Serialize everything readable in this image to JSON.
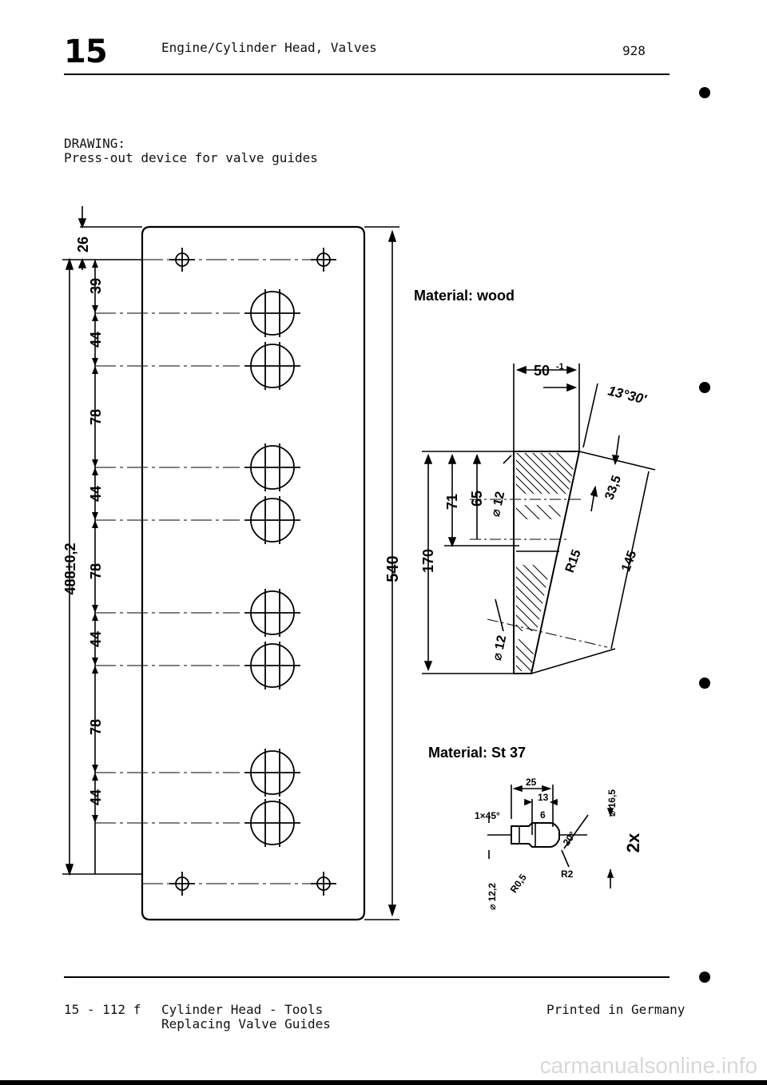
{
  "header": {
    "chapter": "15",
    "title": "Engine/Cylinder Head, Valves",
    "page_number": "928"
  },
  "drawing": {
    "label": "DRAWING:",
    "description": "Press-out device for valve guides"
  },
  "plate": {
    "dim_top": "26",
    "dim_overall": "488±0,2",
    "dim_total": "540",
    "pitch": [
      "39",
      "44",
      "78",
      "44",
      "78",
      "44",
      "78",
      "44"
    ]
  },
  "wedge": {
    "material": "Material: wood",
    "dim_width": "50",
    "dim_width_tol": "-1",
    "angle": "13°30'",
    "dim_170": "170",
    "dim_71": "71",
    "dim_65": "65",
    "dia_12_top": "⌀ 12",
    "dim_33": "33,5",
    "dim_145": "145",
    "radius": "R15",
    "dia_12_bot": "⌀ 12"
  },
  "pin": {
    "material": "Material: St 37",
    "dim_25": "25",
    "dim_13": "13",
    "dim_6": "6",
    "chamfer": "1×45°",
    "dia_16": "⌀ 16,5",
    "angle": "20°",
    "dia_12": "⌀ 12,2",
    "r05": "R0,5",
    "r2": "R2",
    "qty": "2x"
  },
  "footer": {
    "code": "15 - 112 f",
    "line1": "Cylinder Head - Tools",
    "line2": "Replacing Valve Guides",
    "printed": "Printed in Germany"
  },
  "watermark": "carmanualsonline.info"
}
